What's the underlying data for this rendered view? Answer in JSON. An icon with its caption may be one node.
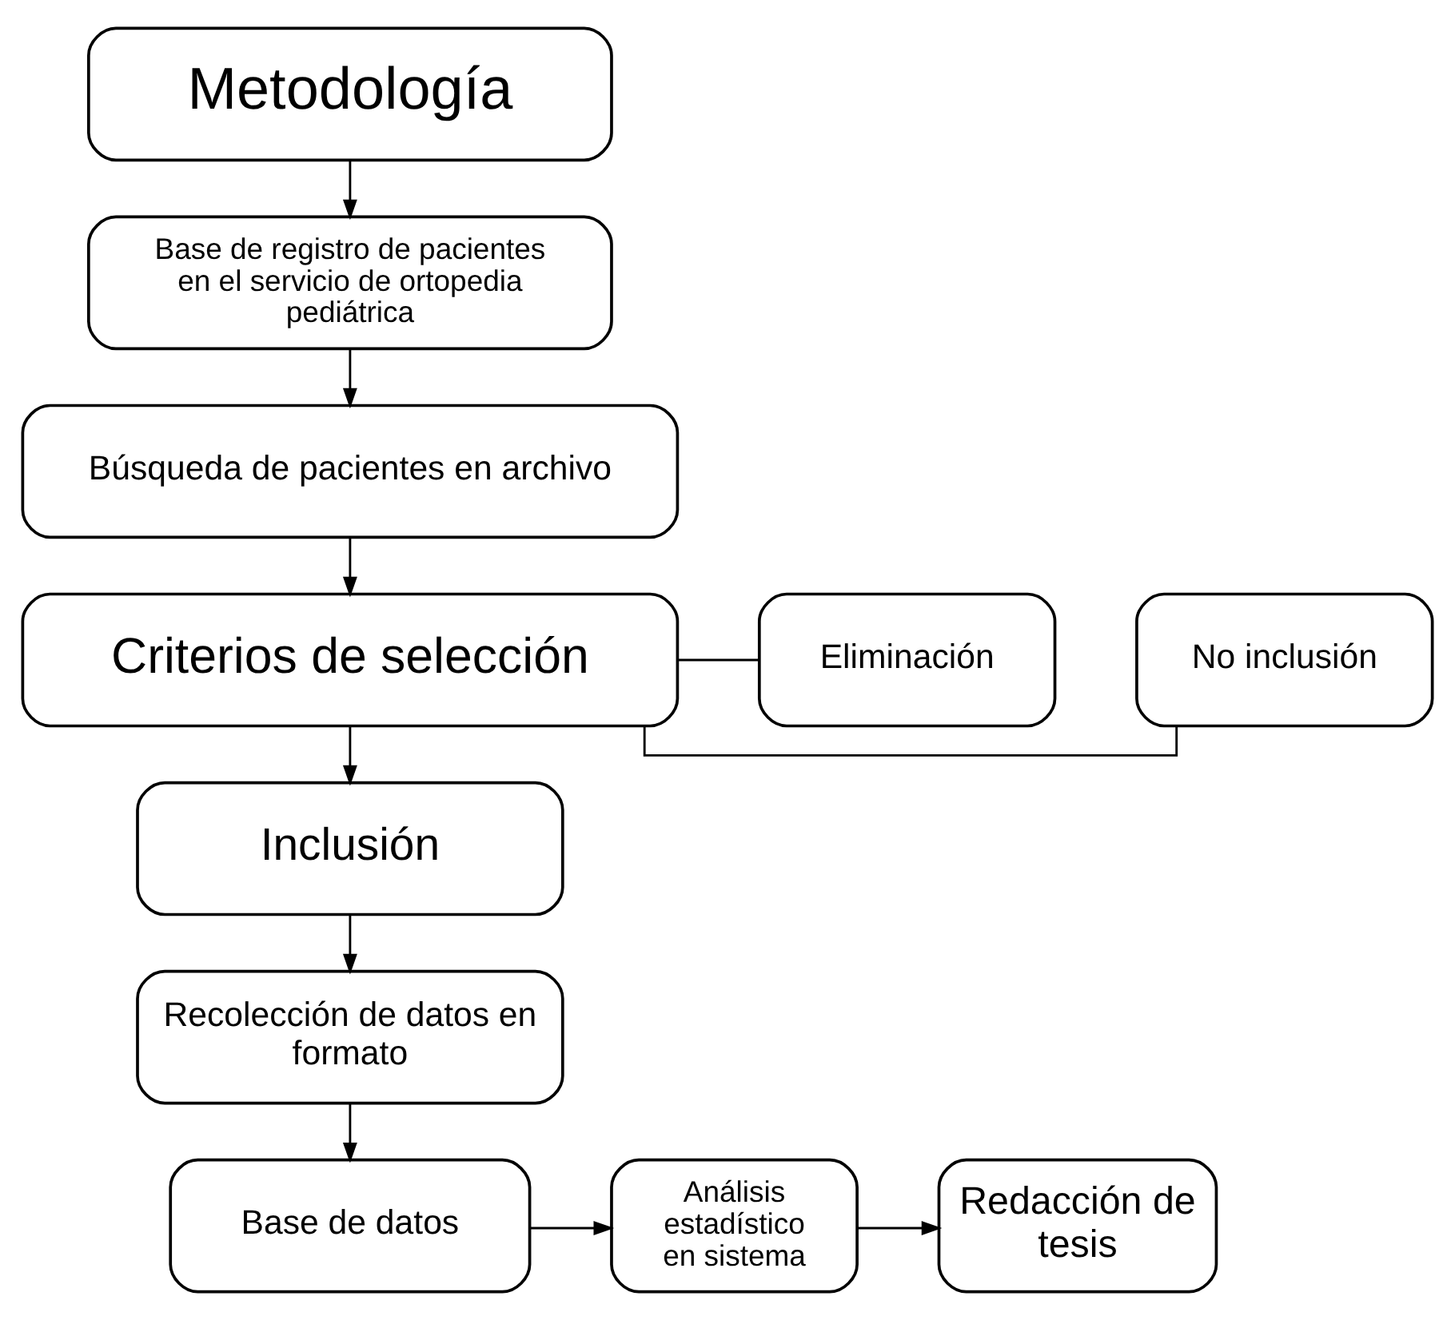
{
  "diagram": {
    "nodes": [
      {
        "text": [
          "Metodología"
        ]
      },
      {
        "text": [
          "Base de registro de pacientes en el servicio de ortopedia pediátrica"
        ]
      },
      {
        "text": [
          "Búsqueda de pacientes en archivo"
        ]
      },
      {
        "text": [
          "Criterios de selección"
        ]
      },
      {
        "text": [
          "No inclusión"
        ]
      },
      {
        "text": [
          "Eliminación"
        ]
      },
      {
        "text": [
          "Inclusión"
        ]
      },
      {
        "text": [
          "Recolección de datos en formato"
        ]
      },
      {
        "text": [
          "Base de datos"
        ]
      },
      {
        "text": [
          "Análisis estadístico en sistema"
        ]
      },
      {
        "text": [
          "Redacción de tesis"
        ]
      }
    ],
    "edges": [
      {
        "from": 0,
        "to": 1,
        "arrow": "to"
      },
      {
        "from": 1,
        "to": 2,
        "arrow": "to"
      },
      {
        "from": 2,
        "to": 3,
        "arrow": "to"
      },
      {
        "from": 3,
        "to": 4,
        "arrow": "none"
      },
      {
        "from": 3,
        "to": 5,
        "arrow": "none"
      },
      {
        "from": 3,
        "to": 6,
        "arrow": "to"
      },
      {
        "from": 6,
        "to": 7,
        "arrow": "to"
      },
      {
        "from": 7,
        "to": 8,
        "arrow": "to"
      },
      {
        "from": 8,
        "to": 9,
        "arrow": "to"
      },
      {
        "from": 9,
        "to": 10,
        "arrow": "to"
      }
    ]
  }
}
